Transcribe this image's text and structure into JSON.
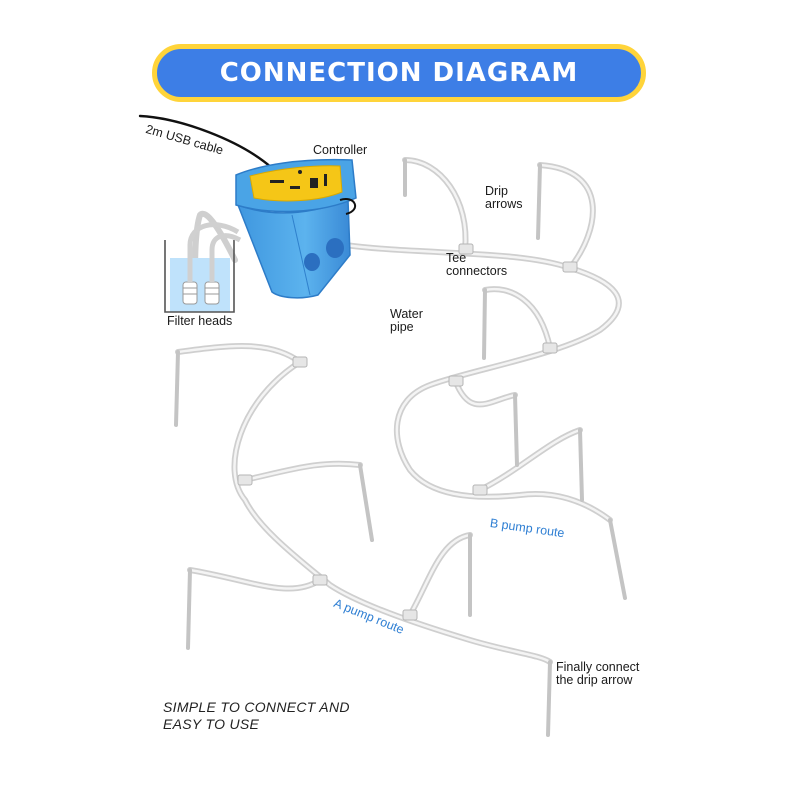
{
  "header": {
    "title": "CONNECTION DIAGRAM"
  },
  "labels": {
    "usb_cable": "2m USB cable",
    "controller": "Controller",
    "drip_arrows": [
      "Drip",
      "arrows"
    ],
    "tee_connectors": [
      "Tee",
      "connectors"
    ],
    "filter_heads": "Filter heads",
    "water_pipe": [
      "Water",
      "pipe"
    ],
    "b_route": "B pump route",
    "a_route": "A pump route",
    "finally_connect": [
      "Finally connect",
      "the drip arrow"
    ]
  },
  "footer": {
    "tagline": [
      "SIMPLE TO CONNECT AND",
      "EASY TO USE"
    ]
  },
  "colors": {
    "banner_fill": "#3d7ee6",
    "banner_border": "#ffd43a",
    "controller_body": "#4fa7e8",
    "controller_panel": "#f5c617",
    "route_label": "#2f7fd3",
    "tube": "#d3d3d3"
  },
  "icons": {
    "controller": "pump-controller-icon",
    "filter": "filter-head-icon",
    "drip": "drip-arrow-icon",
    "tee": "tee-connector-icon"
  }
}
